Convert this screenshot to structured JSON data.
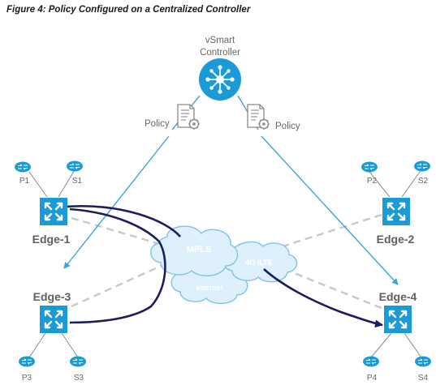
{
  "figure": {
    "caption": "Figure 4: Policy Configured on a Centralized Controller"
  },
  "controller": {
    "label_line1": "vSmart",
    "label_line2": "Controller"
  },
  "policies": {
    "left_label": "Policy",
    "right_label": "Policy"
  },
  "edges": {
    "edge1": {
      "label": "Edge-1",
      "router_a": "P1",
      "router_b": "S1"
    },
    "edge2": {
      "label": "Edge-2",
      "router_a": "P2",
      "router_b": "S2"
    },
    "edge3": {
      "label": "Edge-3",
      "router_a": "P3",
      "router_b": "S3"
    },
    "edge4": {
      "label": "Edge-4",
      "router_a": "P4",
      "router_b": "S4"
    }
  },
  "clouds": {
    "mpls": "MPLS",
    "lte": "4G /LTE",
    "internet": "Internet"
  },
  "colors": {
    "device_blue": "#1a9bd7",
    "policy_line": "#3ba4d9",
    "traffic_path": "#1c1c5e",
    "dashed_link": "#c8c8c8",
    "cloud_fill": "#ddf0fb",
    "cloud_stroke": "#7cc3ea",
    "label_gray": "#666666"
  }
}
